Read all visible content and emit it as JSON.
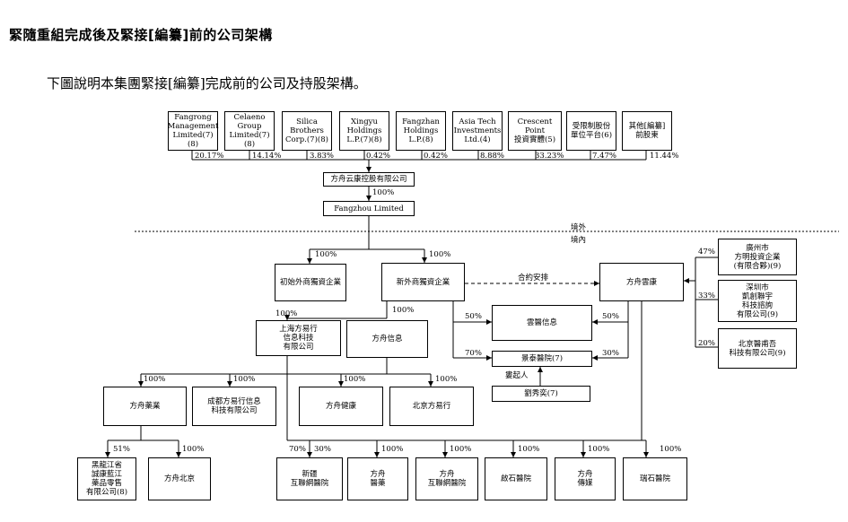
{
  "heading": "緊隨重組完成後及緊接[編纂]前的公司架構",
  "intro": "下圖說明本集團緊接[編纂]完成前的公司及持股架構。",
  "shareholders": [
    {
      "label": "Fangrong\nManagement\nLimited(7)(8)",
      "pct": "20.17%"
    },
    {
      "label": "Celaeno\nGroup\nLimited(7)(8)",
      "pct": "14.14%"
    },
    {
      "label": "Silica\nBrothers\nCorp.(7)(8)",
      "pct": "3.83%"
    },
    {
      "label": "Xingyu\nHoldings\nL.P.(7)(8)",
      "pct": "0.42%"
    },
    {
      "label": "Fangzhan\nHoldings\nL.P.(8)",
      "pct": "0.42%"
    },
    {
      "label": "Asia Tech\nInvestments\nLtd.(4)",
      "pct": "8.88%"
    },
    {
      "label": "Crescent Point\n投資實體(5)",
      "pct": "33.23%"
    },
    {
      "label": "受限制股份\n單位平台(6)",
      "pct": "7.47%"
    },
    {
      "label": "其他[編纂]\n前股東",
      "pct": "11.44%"
    }
  ],
  "entities": {
    "cayman": "方舟云康控股有限公司",
    "fangzhou_ltd": "Fangzhou Limited",
    "chushi": "初始外商獨資企業",
    "xinwai": "新外商獨資企業",
    "fangzhou_yunkang": "方舟雲康",
    "guangzhou": "廣州市\n方明投資企業\n(有限合夥)(9)",
    "shenzhen": "深圳市\n凱創聯宇\n科技諮詢\n有限公司(9)",
    "beijing_yixin": "北京醫甫吾\n科技有限公司(9)",
    "yunyi": "雲醫信息",
    "jingtai": "景泰醫院(7)",
    "shanghai": "上海方易行\n信息科技\n有限公司",
    "fangzhou_xinxi": "方舟信息",
    "fangzhou_yaoye": "方舟藥業",
    "chengdu": "成都方易行信息\n科技有限公司",
    "fangzhou_jiankang": "方舟健康",
    "beijing_fangyixing": "北京方易行",
    "heilongjiang": "黑龍江省\n誠康藍江\n藥品零售\n有限公司(8)",
    "fangzhou_beijing": "方舟北京",
    "xinjiang": "新疆\n互聯網醫院",
    "fangzhou_yiyao": "方舟\n醫藥",
    "fangzhou_hulian": "方舟\n互聯網醫院",
    "qishi": "啟石醫院",
    "fangzhou_chuanmei": "方舟\n傳媒",
    "ruishi": "瑞石醫院",
    "person_a": "婁起人",
    "person_b": "劉秀奕(7)"
  },
  "labels": {
    "pct_100": "100%",
    "pct_47": "47%",
    "pct_33": "33%",
    "pct_20": "20%",
    "pct_50": "50%",
    "pct_70": "70%",
    "pct_30": "30%",
    "pct_51": "51%",
    "offshore": "境外",
    "onshore": "境內",
    "contract": "合約安排"
  }
}
